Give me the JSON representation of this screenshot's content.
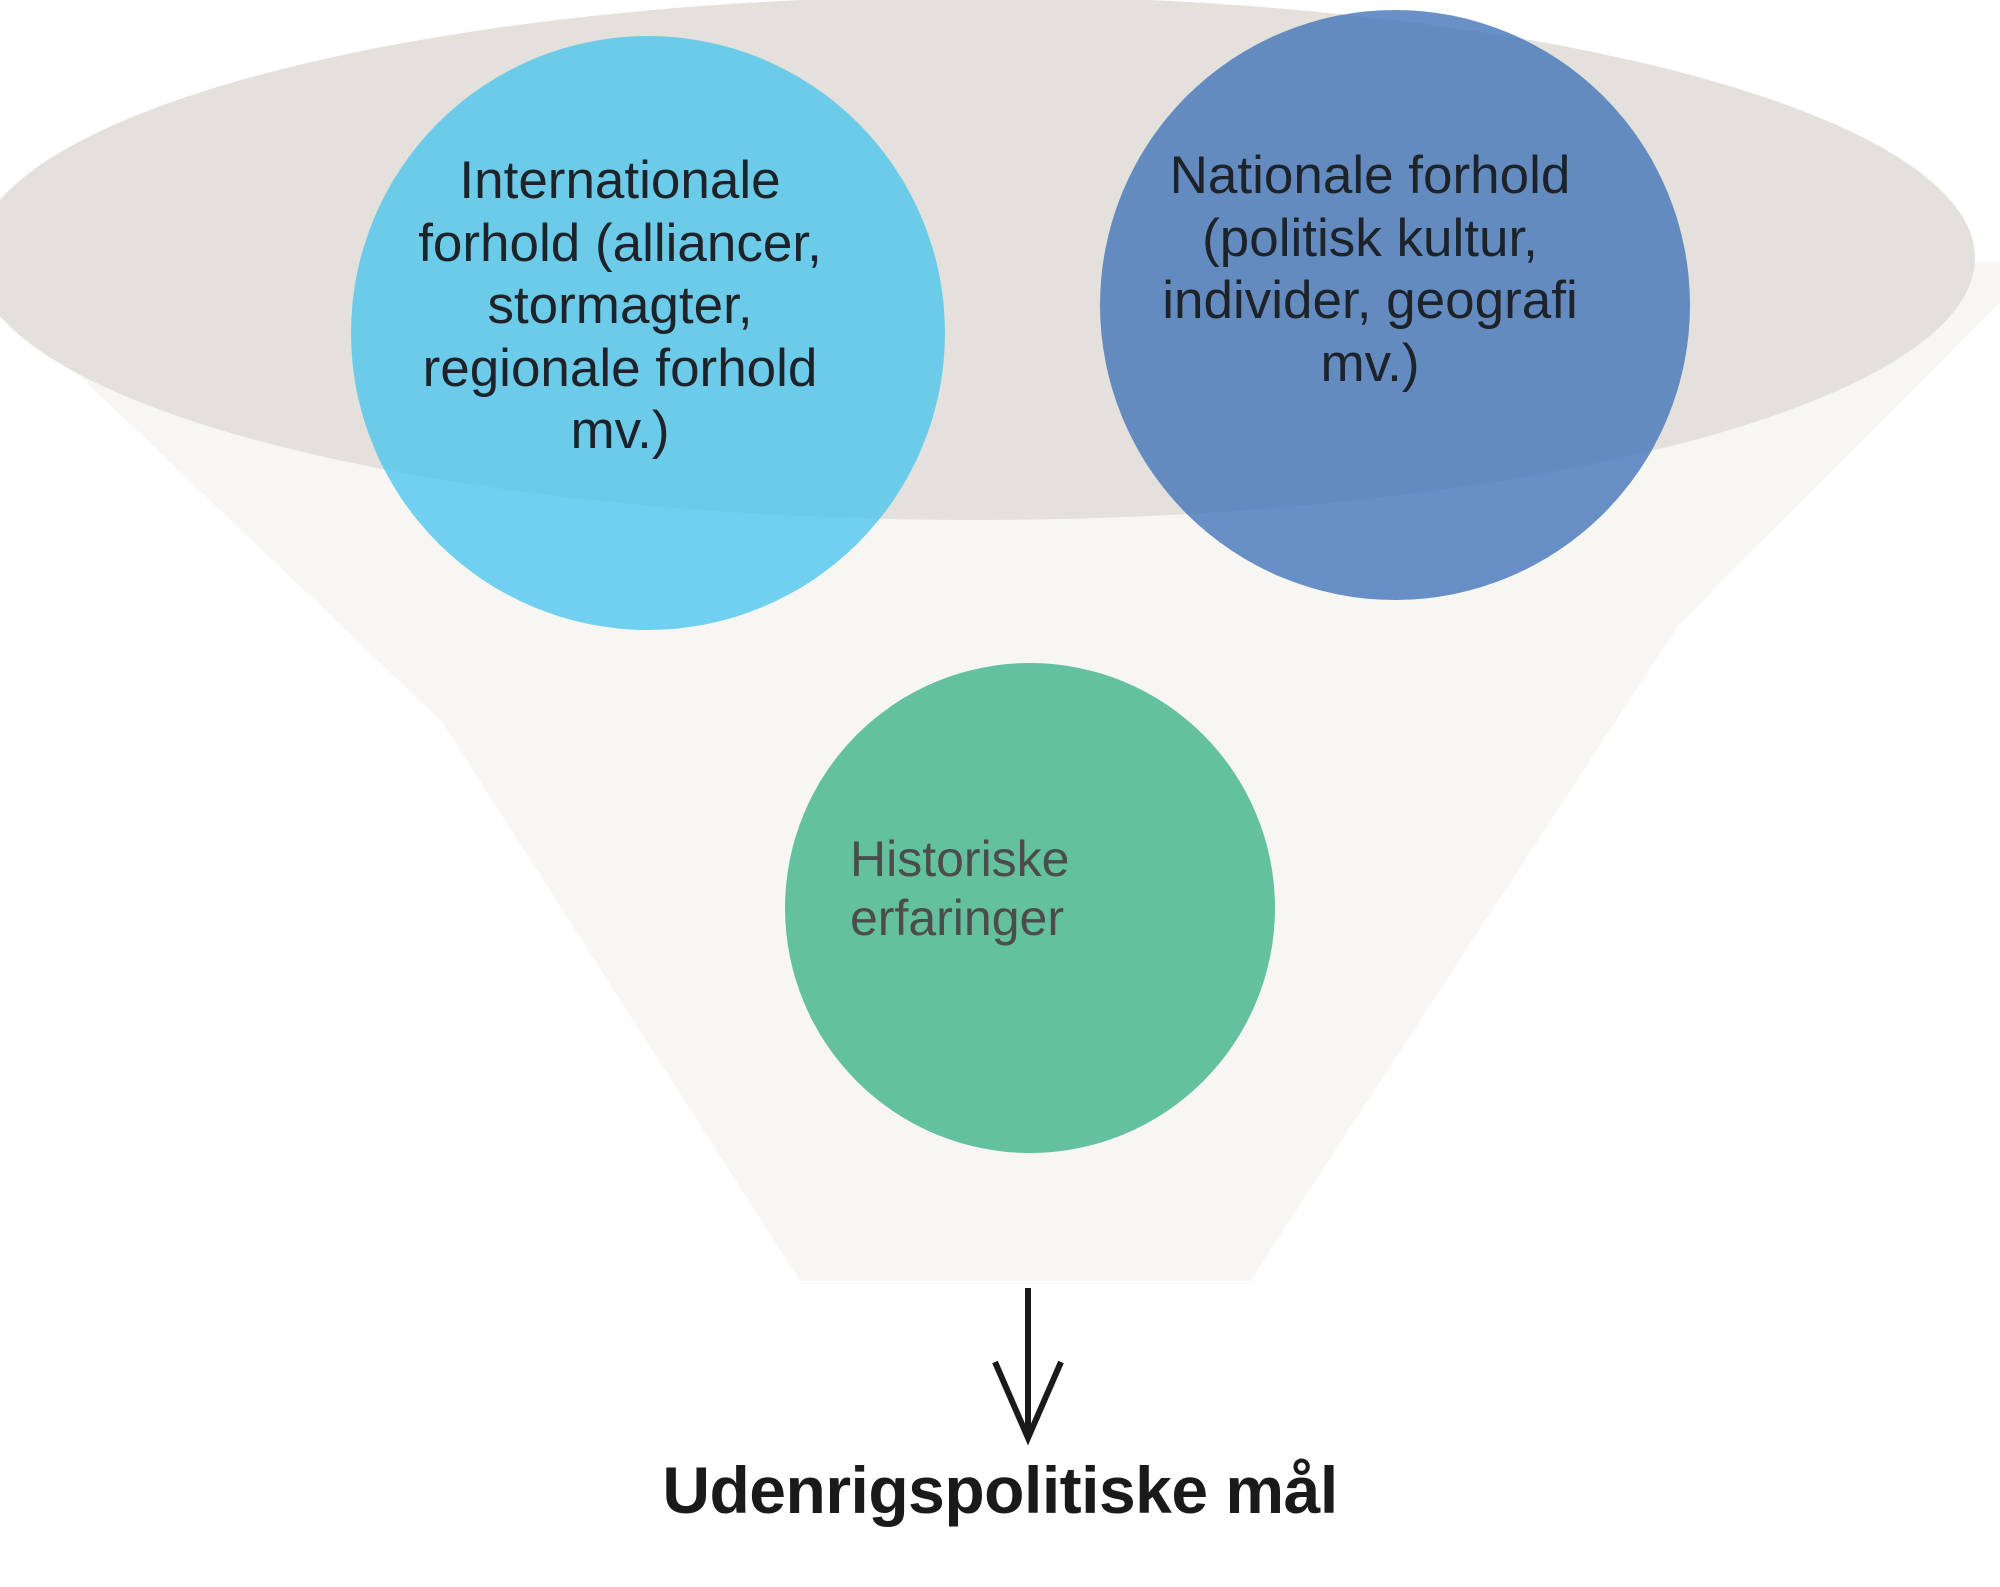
{
  "diagram": {
    "type": "funnel-diagram",
    "title_text": "Udenrigspolitiske mål",
    "bubbles": [
      {
        "id": "international",
        "label": "Internationale\nforhold (alliancer,\nstormagter,\nregionale forhold\nmv.)",
        "color": "#79cdec",
        "text_color": "#1d2328"
      },
      {
        "id": "national",
        "label": "Nationale forhold\n(politisk kultur,\nindivider, geografi\nmv.)",
        "color": "#6a93c6",
        "text_color": "#1d2328"
      },
      {
        "id": "historical",
        "label": "Historiske\nerfaringer",
        "color": "#69bf9b",
        "text_color": "#4c4c4c"
      }
    ],
    "funnel": {
      "rim_color": "#e4e1dc",
      "body_color": "#f7f6f3"
    },
    "arrow": {
      "color": "#1a1a1a",
      "direction": "down"
    },
    "output": {
      "label": "Udenrigspolitiske mål",
      "color": "#1a1a1a"
    }
  }
}
